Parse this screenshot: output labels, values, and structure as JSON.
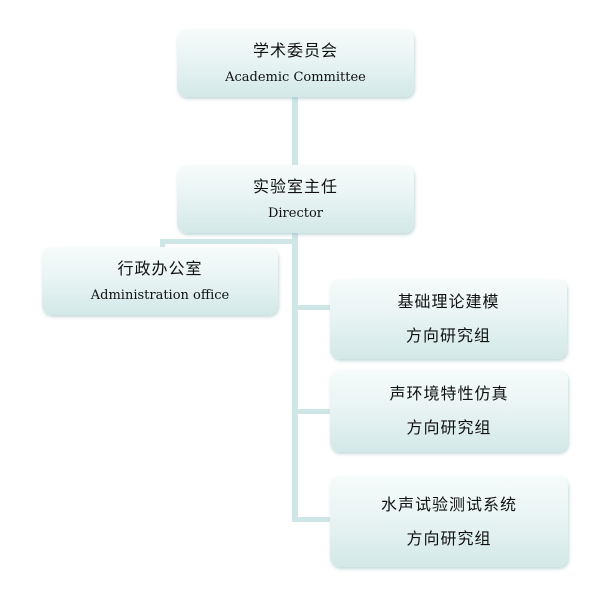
{
  "nodes": {
    "committee": {
      "zh": "学术委员会",
      "en": "Academic Committee"
    },
    "director": {
      "zh": "实验室主任",
      "en": "Director"
    },
    "admin": {
      "zh": "行政办公室",
      "en": "Administration office"
    },
    "groups": [
      {
        "line1": "基础理论建模",
        "line2": "方向研究组"
      },
      {
        "line1": "声环境特性仿真",
        "line2": "方向研究组"
      },
      {
        "line1": "水声试验测试系统",
        "line2": "方向研究组"
      }
    ]
  },
  "colors": {
    "node_fill_top": "#f6fbfb",
    "node_fill_bottom": "#d3e8e8",
    "connector": "#cfe6e6"
  }
}
